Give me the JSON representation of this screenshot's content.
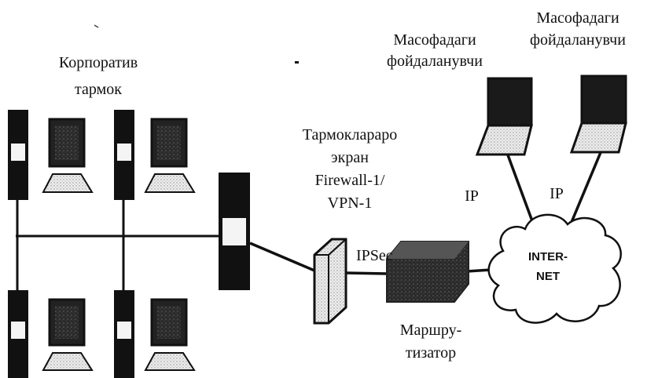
{
  "labels": {
    "corporate_network_line1": "Корпоратив",
    "corporate_network_line2": "тармок",
    "firewall_line1": "Тармоклараро",
    "firewall_line2": "экран",
    "firewall_line3": "Firewall-1/",
    "firewall_line4": "VPN-1",
    "ipsec": "IPSec",
    "router_line1": "Маршру-",
    "router_line2": "тизатор",
    "remote_user1_line1": "Масофадаги",
    "remote_user1_line2": "фойдаланувчи",
    "remote_user2_line1": "Масофадаги",
    "remote_user2_line2": "фойдаланувчи",
    "ip_left": "IP",
    "ip_right": "IP",
    "internet_line1": "INTER-",
    "internet_line2": "NET"
  }
}
